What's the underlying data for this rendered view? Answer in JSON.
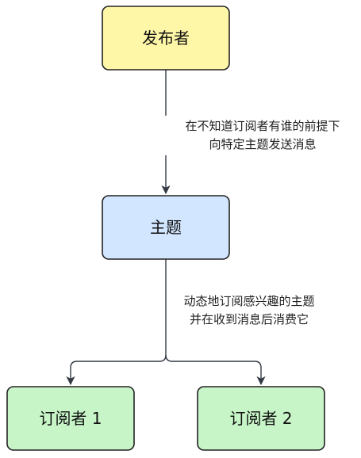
{
  "nodes": {
    "publisher": {
      "label": "发布者",
      "fill": "#fff7a8"
    },
    "topic": {
      "label": "主题",
      "fill": "#d2e6ff"
    },
    "subscriber1": {
      "label": "订阅者 1",
      "fill": "#c8f5c8"
    },
    "subscriber2": {
      "label": "订阅者 2",
      "fill": "#c8f5c8"
    }
  },
  "edges": {
    "publish": {
      "line1": "在不知道订阅者有谁的前提下",
      "line2": "向特定主题发送消息"
    },
    "subscribe": {
      "line1": "动态地订阅感兴趣的主题",
      "line2": "并在收到消息后消费它"
    }
  },
  "colors": {
    "edge": "#333a44",
    "border": "#222222"
  }
}
